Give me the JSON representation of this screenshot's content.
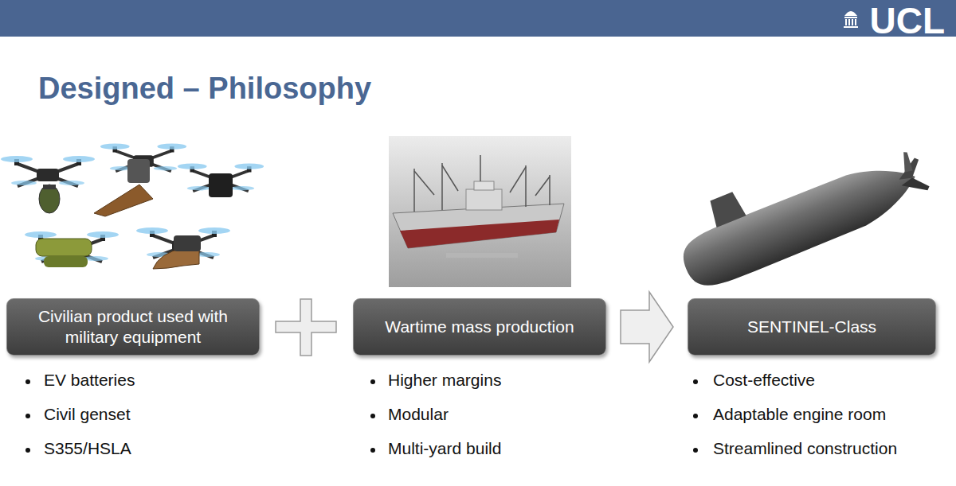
{
  "diagram": {
    "title": "Designed – Philosophy",
    "nodes": [
      {
        "text": [
          "Civilian product used with military equipment"
        ]
      },
      {
        "text": [
          "Wartime mass production"
        ]
      },
      {
        "text": [
          "SENTINEL-Class"
        ]
      }
    ],
    "edges": [
      {
        "from": 1,
        "to": 2,
        "arrow": "to"
      }
    ],
    "labels": [
      "UCL",
      "EV batteries",
      "Civil genset",
      "S355/HSLA",
      "Higher margins",
      "Modular",
      "Multi-yard build",
      "Cost-effective",
      "Adaptable engine room",
      "Streamlined construction"
    ]
  }
}
